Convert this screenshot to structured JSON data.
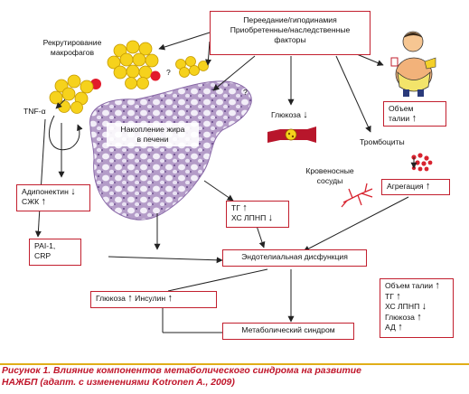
{
  "boxes": {
    "causes": [
      "Переедание/гиподинамия",
      "Приобретенные/наследственные",
      "факторы"
    ],
    "waist": [
      "Объем",
      "талии"
    ],
    "adiponectin": [
      "Адипонектин",
      "СЖК"
    ],
    "tg_ldl": [
      "ТГ",
      "ХС ЛПНП"
    ],
    "aggregation": "Агрегация",
    "pai": [
      "PAI-1,",
      "CRP"
    ],
    "endothelial": "Эндотелиальная дисфункция",
    "glucose_insulin": [
      "Глюкоза",
      "Инсулин"
    ],
    "metabolic": "Метаболический синдром",
    "summary": [
      "Объем талии",
      "ТГ",
      "ХС ЛПНП",
      "Глюкоза",
      "АД"
    ]
  },
  "labels": {
    "macrophage": [
      "Рекрутирование",
      "макрофагов"
    ],
    "tnf": "TNF-α",
    "fat_liver": [
      "Накопление жира",
      "в печени"
    ],
    "glucose": "Глюкоза",
    "platelets": "Тромбоциты",
    "vessels": [
      "Кровеносные",
      "сосуды"
    ],
    "question": "?"
  },
  "arrows": {
    "up": "↑",
    "down": "↓"
  },
  "caption": [
    "Рисунок 1. Влияние компонентов метаболического синдрома на развитие",
    "НАЖБП (адапт. с изменениями Kotronen A., 2009)"
  ],
  "colors": {
    "box_border": "#c21f2e",
    "caption": "#c0162b",
    "caption_rule": "#e0ae18",
    "adipocyte": "#f6d21c",
    "macrophage": "#e21a2b",
    "liver_tissue": "#a88ec0",
    "platelet": "#d8232f"
  },
  "icons": [
    "adipocyte-cluster-icon",
    "macrophage-icon",
    "liver-tissue-icon",
    "blood-vessel-icon",
    "platelets-icon",
    "overweight-person-icon",
    "capillary-icon"
  ]
}
